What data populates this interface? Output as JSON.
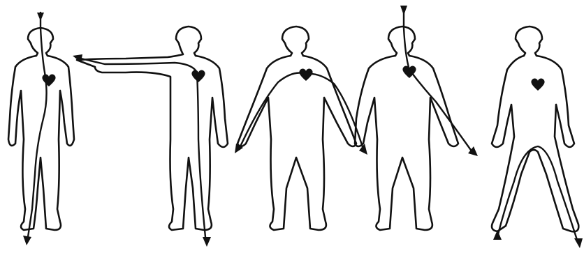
{
  "diagram": {
    "background_color": "#ffffff",
    "ink_color": "#111111",
    "figures": [
      {
        "id": "figure-1",
        "icon": "human-outline-hard-hat",
        "heart": true,
        "current_path": "head-to-left-foot"
      },
      {
        "id": "figure-2",
        "icon": "human-outline-hard-hat",
        "heart": true,
        "current_path": "outstretched-hand-to-foot"
      },
      {
        "id": "figure-3",
        "icon": "human-outline-hard-hat",
        "heart": true,
        "current_path": "hand-to-hand"
      },
      {
        "id": "figure-4",
        "icon": "human-outline-hard-hat",
        "heart": true,
        "current_path": "head-to-hand"
      },
      {
        "id": "figure-5",
        "icon": "human-outline-hard-hat",
        "heart": true,
        "current_path": "foot-to-foot"
      }
    ]
  }
}
